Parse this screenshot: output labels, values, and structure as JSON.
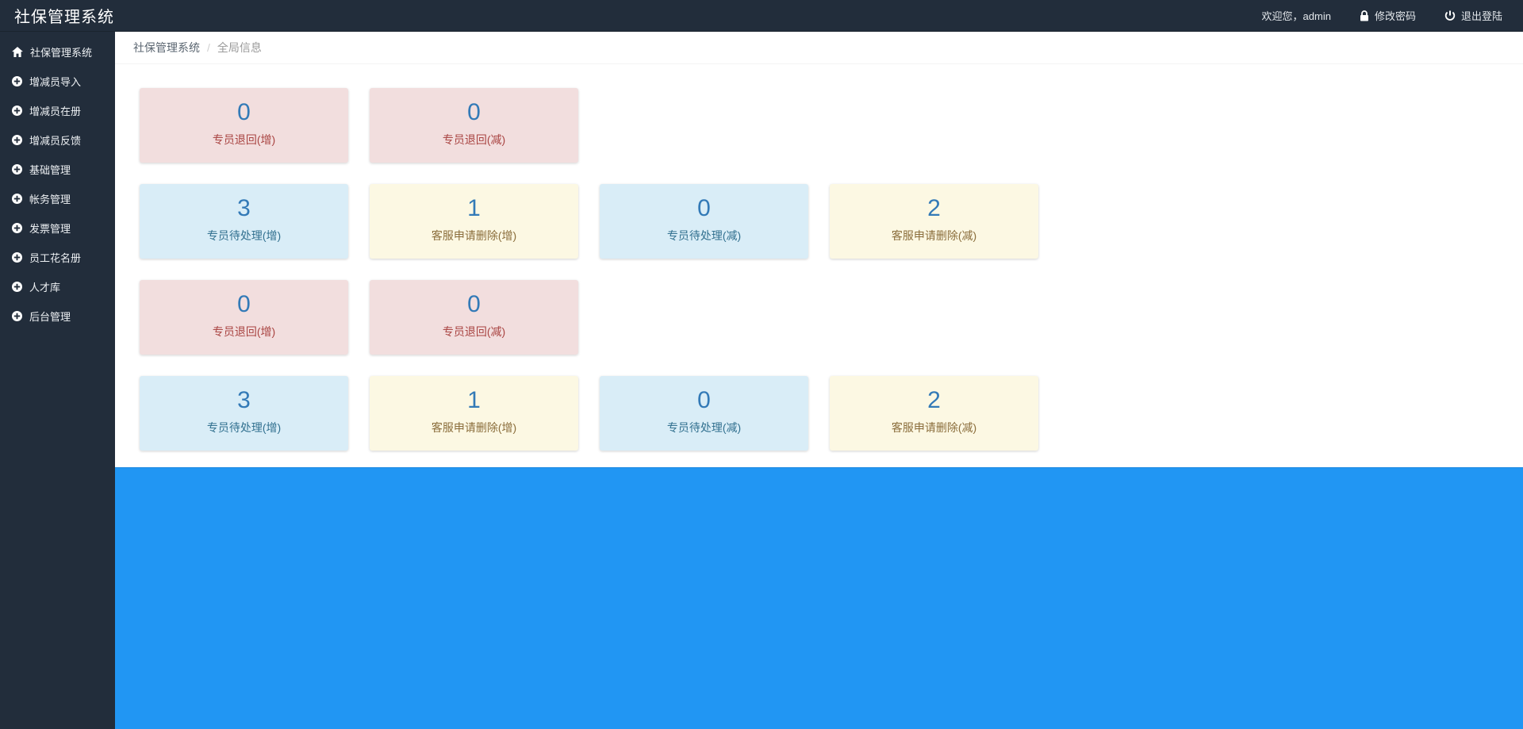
{
  "topbar": {
    "title": "社保管理系统",
    "welcome": "欢迎您，admin",
    "change_password_label": "修改密码",
    "logout_label": "退出登陆"
  },
  "sidebar": {
    "items": [
      {
        "label": "社保管理系统",
        "icon": "home-icon"
      },
      {
        "label": "增减员导入",
        "icon": "plus-circle-icon"
      },
      {
        "label": "增减员在册",
        "icon": "plus-circle-icon"
      },
      {
        "label": "增减员反馈",
        "icon": "plus-circle-icon"
      },
      {
        "label": "基础管理",
        "icon": "plus-circle-icon"
      },
      {
        "label": "帐务管理",
        "icon": "plus-circle-icon"
      },
      {
        "label": "发票管理",
        "icon": "plus-circle-icon"
      },
      {
        "label": "员工花名册",
        "icon": "plus-circle-icon"
      },
      {
        "label": "人才库",
        "icon": "plus-circle-icon"
      },
      {
        "label": "后台管理",
        "icon": "plus-circle-icon"
      }
    ]
  },
  "breadcrumb": {
    "root": "社保管理系统",
    "separator": "/",
    "current": "全局信息"
  },
  "stats": {
    "rows": [
      {
        "cards": [
          {
            "value": "0",
            "label": "专员退回(增)",
            "variant": "danger"
          },
          {
            "value": "0",
            "label": "专员退回(减)",
            "variant": "danger"
          }
        ]
      },
      {
        "cards": [
          {
            "value": "3",
            "label": "专员待处理(增)",
            "variant": "info"
          },
          {
            "value": "1",
            "label": "客服申请删除(增)",
            "variant": "warning"
          },
          {
            "value": "0",
            "label": "专员待处理(减)",
            "variant": "info"
          },
          {
            "value": "2",
            "label": "客服申请删除(减)",
            "variant": "warning"
          }
        ]
      },
      {
        "cards": [
          {
            "value": "0",
            "label": "专员退回(增)",
            "variant": "danger"
          },
          {
            "value": "0",
            "label": "专员退回(减)",
            "variant": "danger"
          }
        ]
      },
      {
        "cards": [
          {
            "value": "3",
            "label": "专员待处理(增)",
            "variant": "info"
          },
          {
            "value": "1",
            "label": "客服申请删除(增)",
            "variant": "warning"
          },
          {
            "value": "0",
            "label": "专员待处理(减)",
            "variant": "info"
          },
          {
            "value": "2",
            "label": "客服申请删除(减)",
            "variant": "warning"
          }
        ]
      }
    ]
  },
  "colors": {
    "navbar_bg": "#222d3b",
    "number_blue": "#337ab7",
    "bottom_panel_blue": "#2196f3",
    "danger_bg": "#f2dede",
    "danger_text": "#a94442",
    "info_bg": "#d9edf7",
    "info_text": "#31708f",
    "warning_bg": "#fcf8e3",
    "warning_text": "#8a6d3b"
  }
}
